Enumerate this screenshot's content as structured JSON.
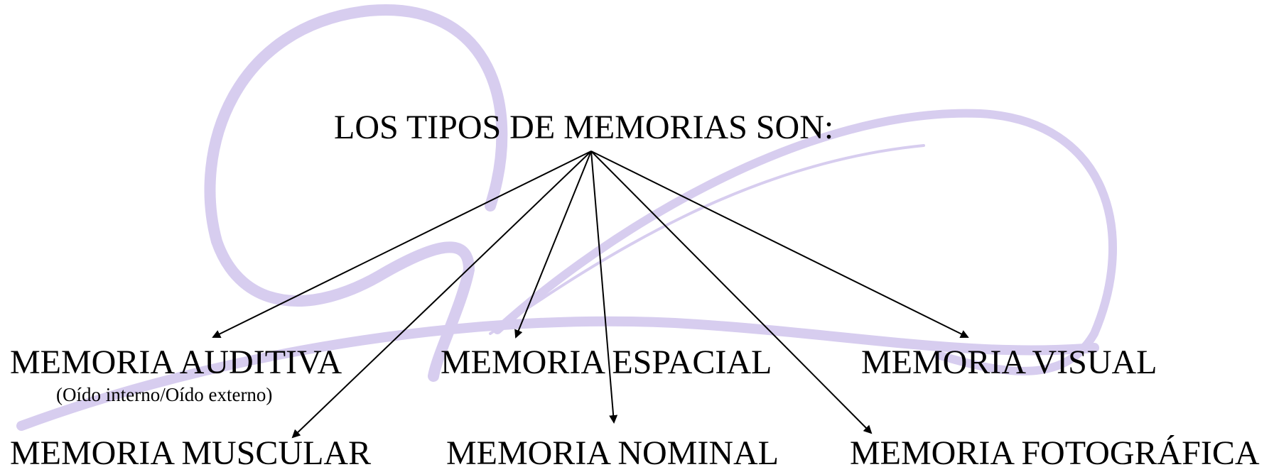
{
  "title": "LOS TIPOS DE MEMORIAS SON:",
  "colors": {
    "background": "#ffffff",
    "text": "#000000",
    "arrow": "#000000",
    "decorative_ribbon": "#d7cdef"
  },
  "nodes": {
    "auditiva": {
      "label": "MEMORIA AUDITIVA",
      "sublabel": "(Oído interno/Oído externo)"
    },
    "espacial": {
      "label": "MEMORIA ESPACIAL"
    },
    "visual": {
      "label": "MEMORIA VISUAL"
    },
    "muscular": {
      "label": "MEMORIA MUSCULAR"
    },
    "nominal": {
      "label": "MEMORIA NOMINAL"
    },
    "fotografica": {
      "label": "MEMORIA FOTOGRÁFICA"
    }
  },
  "edges": [
    {
      "from": "title",
      "to": "auditiva"
    },
    {
      "from": "title",
      "to": "muscular"
    },
    {
      "from": "title",
      "to": "espacial"
    },
    {
      "from": "title",
      "to": "nominal"
    },
    {
      "from": "title",
      "to": "fotografica"
    },
    {
      "from": "title",
      "to": "visual"
    }
  ]
}
